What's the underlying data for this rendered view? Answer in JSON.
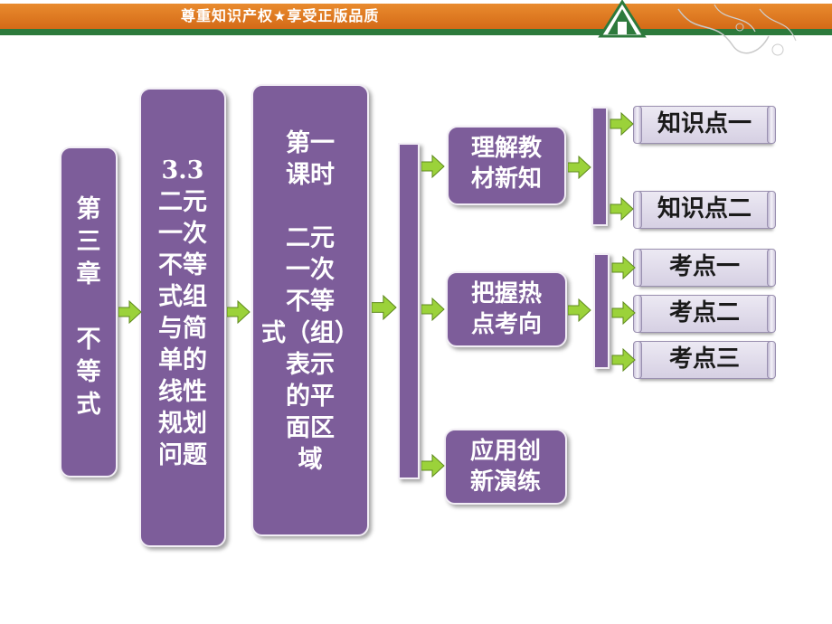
{
  "header": {
    "banner_text": "尊重知识产权★享受正版品质"
  },
  "colors": {
    "box_purple": "#7d5d9a",
    "arrow_green": "#9bd23a",
    "banner_orange": "#e07a22",
    "banner_green": "#2d7a3c"
  },
  "boxes": {
    "chapter": "第\n三\n章\n\n不\n等\n式",
    "section": "3.3\n二元\n一次\n不等\n式组\n与简\n单的\n线性\n规划\n问题",
    "lesson": "第一\n课时\n\n二元\n一次\n不等\n式（组）\n表示\n的平\n面区\n域"
  },
  "branches": {
    "understand": "理解教\n材新知",
    "master": "把握热\n点考向",
    "apply": "应用创\n新演练"
  },
  "leaves": {
    "k1": "知识点一",
    "k2": "知识点二",
    "t1": "考点一",
    "t2": "考点二",
    "t3": "考点三"
  }
}
